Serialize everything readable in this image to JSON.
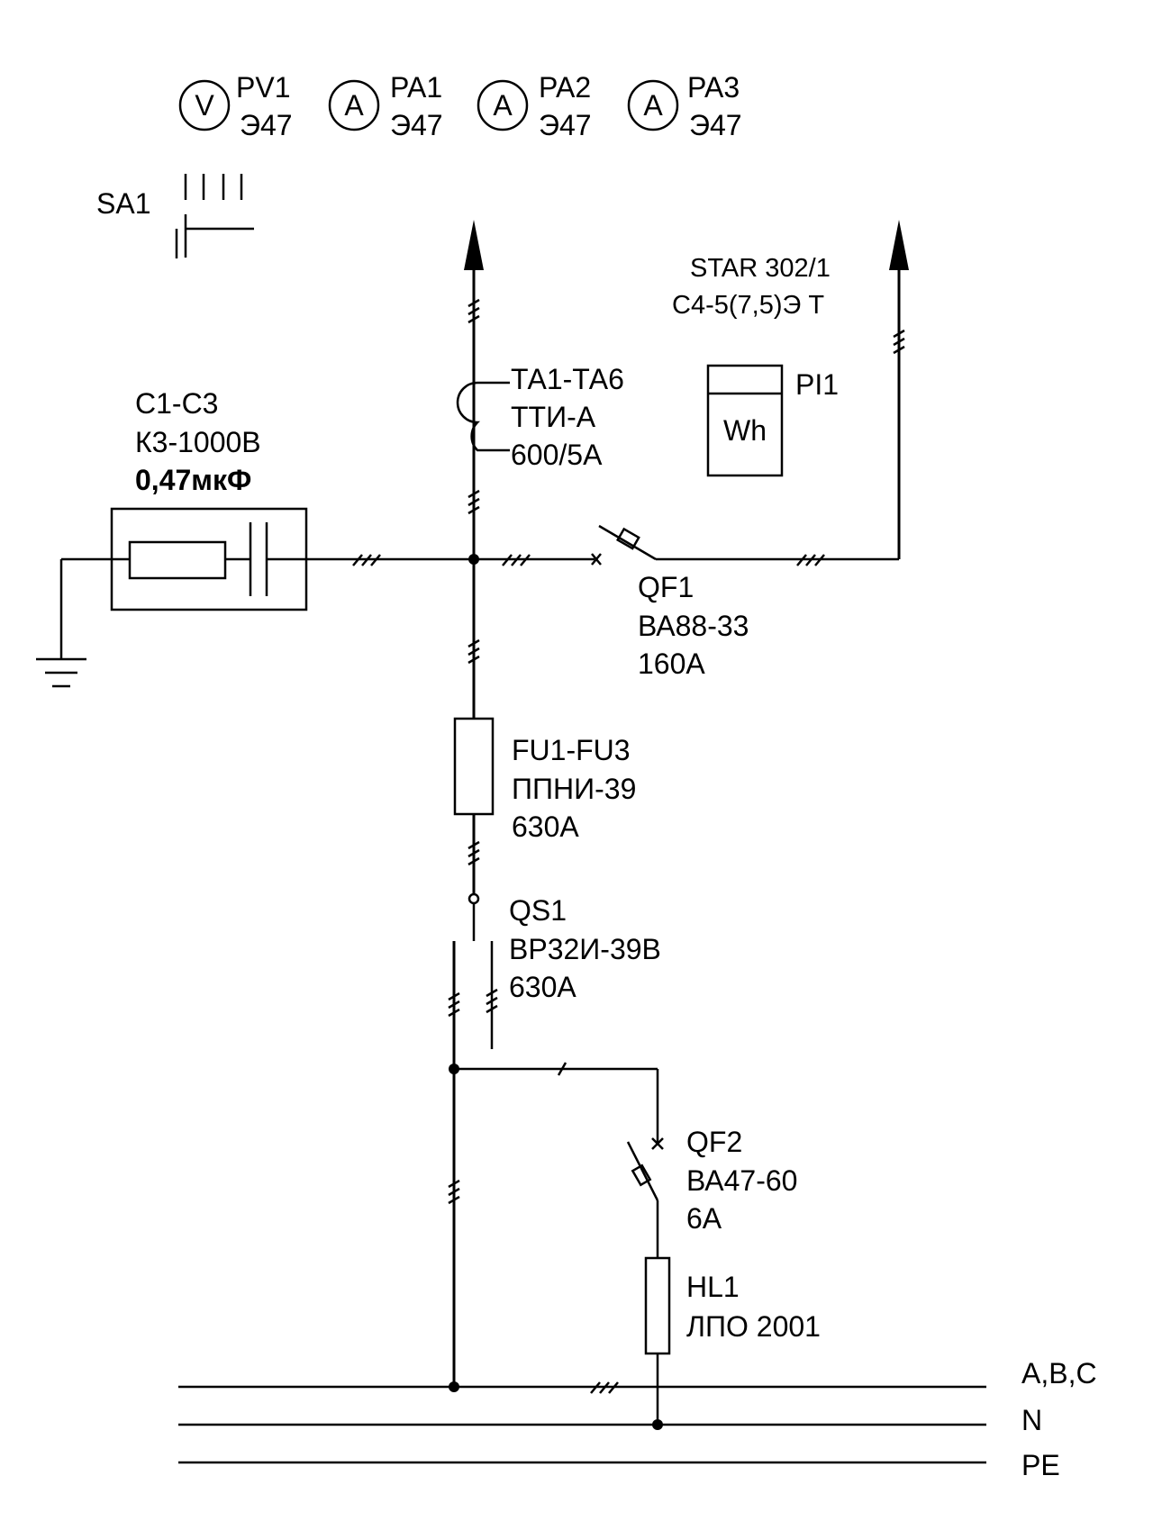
{
  "meters": [
    {
      "symbol": "V",
      "label": "PV1",
      "model": "Э47"
    },
    {
      "symbol": "A",
      "label": "PA1",
      "model": "Э47"
    },
    {
      "symbol": "A",
      "label": "PA2",
      "model": "Э47"
    },
    {
      "symbol": "A",
      "label": "PA3",
      "model": "Э47"
    }
  ],
  "switch_sa1": {
    "label": "SA1"
  },
  "capacitor": {
    "label": "C1-C3",
    "model": "К3-1000В",
    "value": "0,47мкФ"
  },
  "current_transformer": {
    "label": "ТА1-ТА6",
    "model": "ТТИ-А",
    "ratio": "600/5А"
  },
  "energy_meter": {
    "label": "PI1",
    "model": "STAR 302/1",
    "spec": "С4-5(7,5)Э Т",
    "symbol": "Wh"
  },
  "breaker_qf1": {
    "label": "QF1",
    "model": "ВА88-33",
    "rating": "160А"
  },
  "fuses": {
    "label": "FU1-FU3",
    "model": "ППНИ-39",
    "rating": "630А"
  },
  "disconnector_qs1": {
    "label": "QS1",
    "model": "ВР32И-39В",
    "rating": "630А"
  },
  "breaker_qf2": {
    "label": "QF2",
    "model": "ВА47-60",
    "rating": "6А"
  },
  "lamp_hl1": {
    "label": "HL1",
    "model": "ЛПО 2001"
  },
  "buses": [
    {
      "label": "A,B,C"
    },
    {
      "label": "N"
    },
    {
      "label": "PE"
    }
  ]
}
